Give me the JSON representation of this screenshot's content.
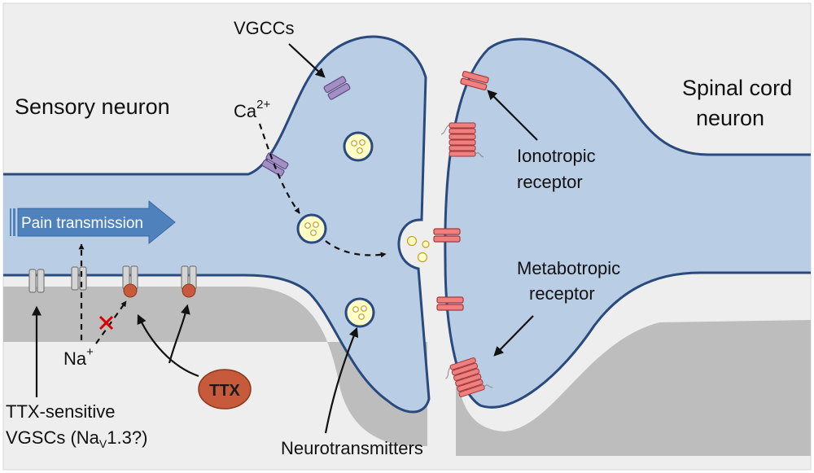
{
  "labels": {
    "sensory_neuron": "Sensory neuron",
    "spinal_cord_neuron_line1": "Spinal cord",
    "spinal_cord_neuron_line2": "neuron",
    "vgccs": "VGCCs",
    "ca_base": "Ca",
    "ca_charge": "2+",
    "pain_transmission": "Pain transmission",
    "na_base": "Na",
    "na_charge": "+",
    "ttx": "TTX",
    "vgsc_line1": "TTX-sensitive",
    "vgsc_line2_prefix": "VGSCs (Na",
    "vgsc_line2_sub": "V",
    "vgsc_line2_suffix": "1.3?)",
    "neurotransmitters": "Neurotransmitters",
    "ionotropic_line1": "Ionotropic",
    "ionotropic_line2": "receptor",
    "metabotropic_line1": "Metabotropic",
    "metabotropic_line2": "receptor"
  },
  "colors": {
    "background": "#eeeeee",
    "neuron_fill": "#b9cde5",
    "neuron_outline": "#2a4a7e",
    "shadow": "#bdbdbd",
    "arrow_fill": "#4f81bd",
    "vgcc": "#a48fc4",
    "receptor": "#f08080",
    "vgsc": "#d4d4d4",
    "ttx": "#c65a3a",
    "vesicle": "#ffffc8",
    "block_x": "#dd0000"
  }
}
